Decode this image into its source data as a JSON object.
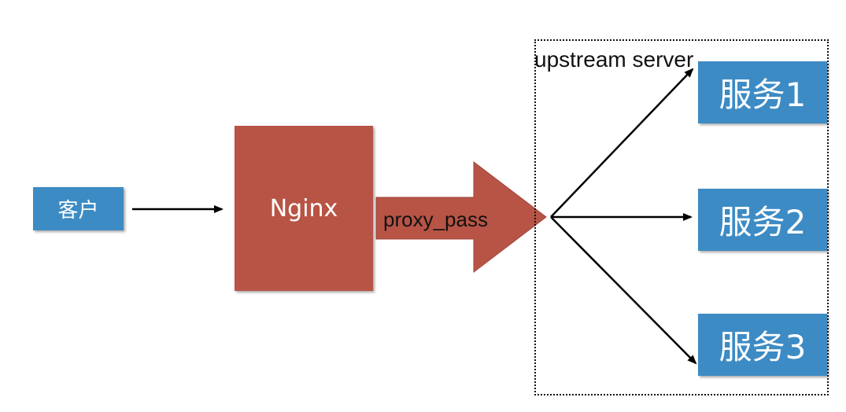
{
  "diagram": {
    "client": {
      "label": "客户"
    },
    "nginx": {
      "label": "Nginx"
    },
    "proxy": {
      "label": "proxy_pass"
    },
    "upstream": {
      "label": "upstream server"
    },
    "services": [
      {
        "label": "服务1"
      },
      {
        "label": "服务2"
      },
      {
        "label": "服务3"
      }
    ]
  },
  "colors": {
    "box_blue": "#3d8bc4",
    "nginx_red": "#b85446",
    "arrow_red": "#b85446",
    "line_black": "#000000",
    "text_white": "#ffffff"
  }
}
